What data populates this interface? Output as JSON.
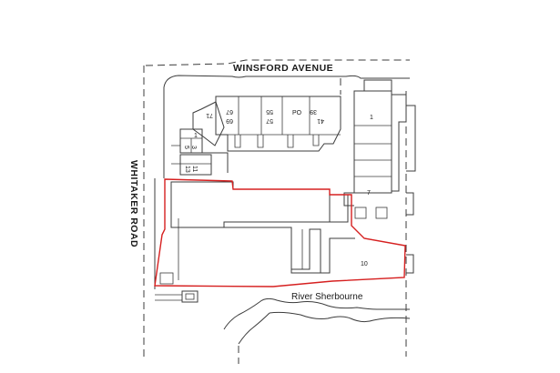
{
  "roads": {
    "winsford": "WINSFORD AVENUE",
    "whitaker": "WHITAKER ROAD"
  },
  "river": "River Sherbourne",
  "labels": {
    "n1a": "1",
    "n1b": "1",
    "n3": "3",
    "n5": "5",
    "n7": "7",
    "n10": "10",
    "n11": "11",
    "n13": "13",
    "n39": "39",
    "n41": "41",
    "n55": "55",
    "n57": "57",
    "n67": "67",
    "n69": "69",
    "n71": "71",
    "po": "PO"
  },
  "colors": {
    "site_boundary": "#d62020",
    "linework": "#3c3c3c"
  }
}
